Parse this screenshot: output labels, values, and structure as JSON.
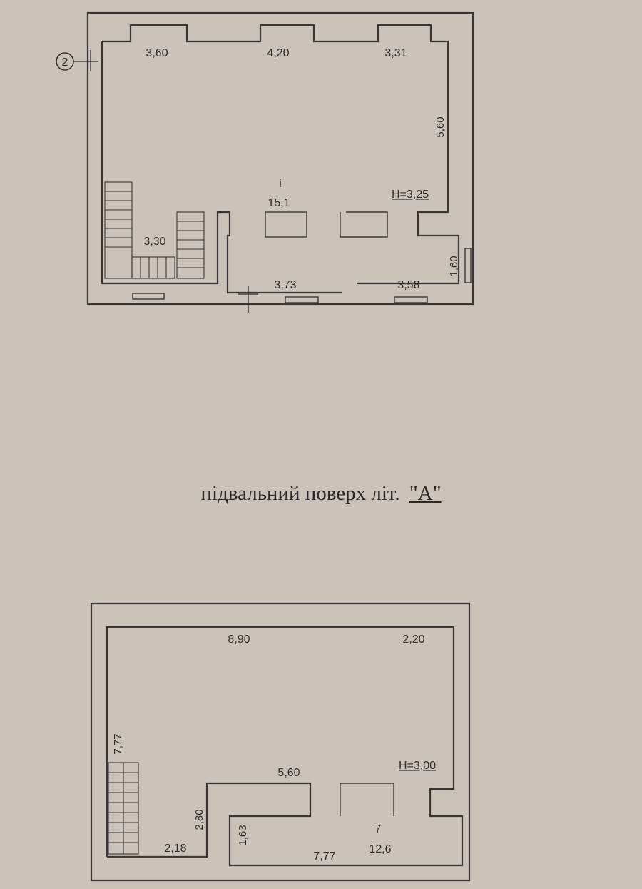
{
  "caption": {
    "text": "підвальний поверх літ.",
    "letter": "\"А\""
  },
  "plan_upper": {
    "axis_marker": "2",
    "dimensions": [
      "3,60",
      "4,20",
      "3,31",
      "5,60",
      "3,30",
      "3,73",
      "3,58",
      "1,60"
    ],
    "room_area": "15,1",
    "room_mark": "ⅰ",
    "height": "Н=3,25"
  },
  "plan_lower": {
    "dimensions": [
      "8,90",
      "2,20",
      "7,77",
      "5,60",
      "2,80",
      "2,18",
      "1,63",
      "7,77"
    ],
    "room_number": "7",
    "room_area": "12,6",
    "height": "Н=3,00"
  }
}
